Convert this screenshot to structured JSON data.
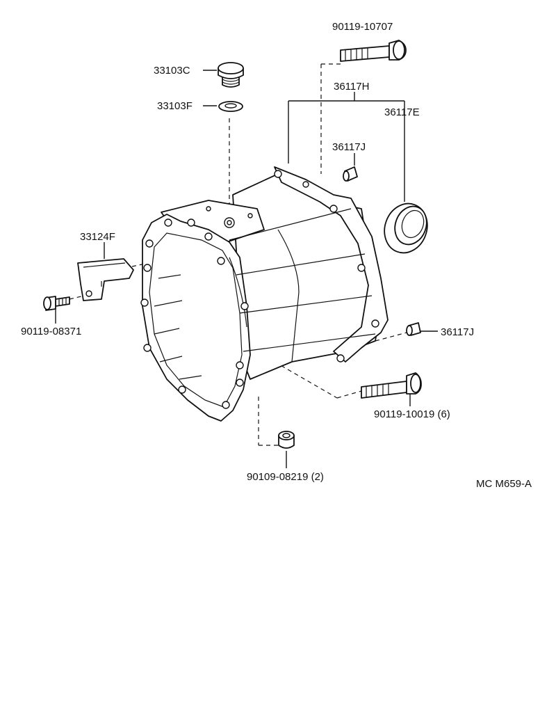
{
  "parts": {
    "bolt_top": "90119-10707",
    "plug": "33103C",
    "gasket": "33103F",
    "bracket_group": "36117H",
    "oil_seal": "36117E",
    "pin_top": "36117J",
    "bracket_small": "33124F",
    "bolt_small": "90119-08371",
    "pin_right": "36117J",
    "bolt_bottom": "90119-10019 (6)",
    "nut_bottom": "90109-08219 (2)"
  },
  "diagram_code": "MC M659-A"
}
